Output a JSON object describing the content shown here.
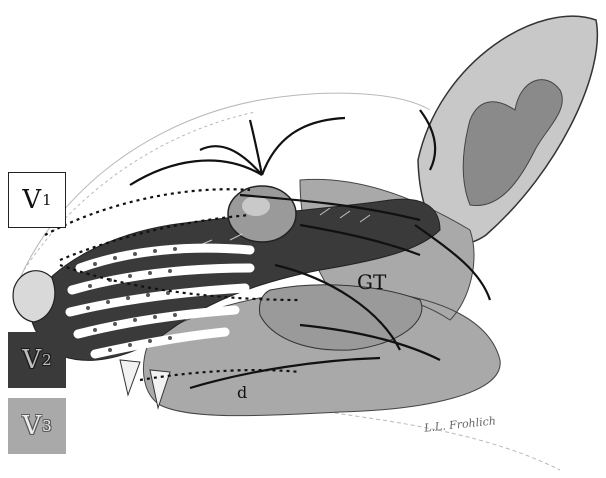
{
  "legend": [
    {
      "main": "V",
      "sub": "1",
      "fill": "#ffffff",
      "text_color": "#111111"
    },
    {
      "main": "V",
      "sub": "2",
      "fill": "#3a3a3a",
      "text_color": "#bdbdbd"
    },
    {
      "main": "V",
      "sub": "3",
      "fill": "#a9a9a9",
      "text_color": "#ececec"
    }
  ],
  "labels": {
    "gt": "GT",
    "d": "d"
  },
  "signature": "L.L. Frohlich",
  "colors": {
    "v1_region": "#ffffff",
    "v2_region": "#3a3a3a",
    "v3_region": "#a9a9a9",
    "ear": "#c8c8c8",
    "ear_inner": "#8a8a8a",
    "ganglion": "#9a9a9a",
    "nerve_line": "#111111"
  }
}
